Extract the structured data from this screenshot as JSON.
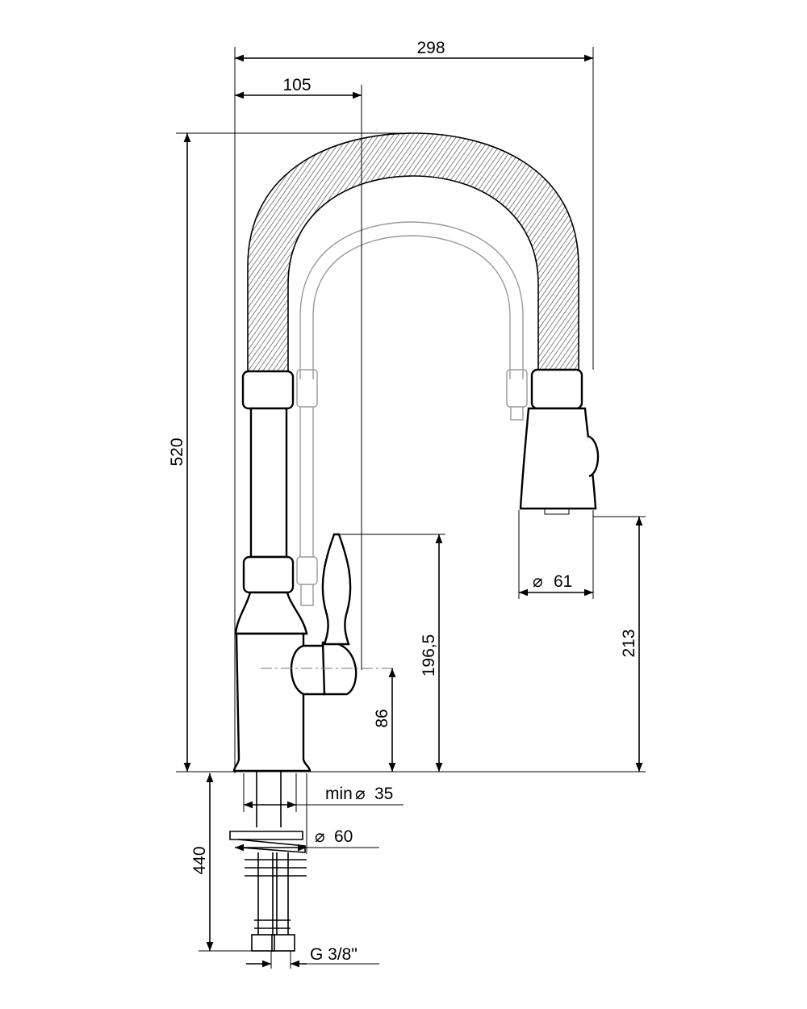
{
  "dimensions": {
    "total_width": "298",
    "spout_offset": "105",
    "total_height": "520",
    "handle_height": "196,5",
    "lever_axis_height": "86",
    "outlet_height": "213",
    "outlet_diameter": "61",
    "min_hole": "min",
    "min_hole_value": "35",
    "base_diameter": "60",
    "hose_length": "440",
    "thread": "G 3/8\""
  },
  "symbols": {
    "diameter": "⌀"
  }
}
